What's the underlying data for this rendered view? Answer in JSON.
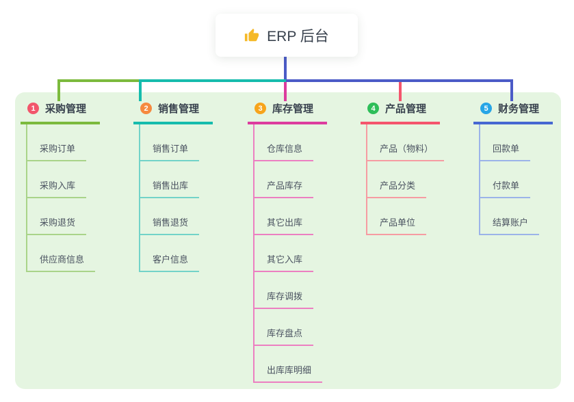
{
  "root": {
    "icon": "thumbs-up",
    "title": "ERP 后台"
  },
  "branches": [
    {
      "badge": "1",
      "label": "采购管理",
      "badge_color": "#F2566B",
      "line_color": "#7CBA3D",
      "child_line_color": "#A9D489",
      "children": [
        "采购订单",
        "采购入库",
        "采购退货",
        "供应商信息"
      ]
    },
    {
      "badge": "2",
      "label": "销售管理",
      "badge_color": "#F6893F",
      "line_color": "#16BCAD",
      "child_line_color": "#72D3C8",
      "children": [
        "销售订单",
        "销售出库",
        "销售退货",
        "客户信息"
      ]
    },
    {
      "badge": "3",
      "label": "库存管理",
      "badge_color": "#F7A41B",
      "line_color": "#DC3C9E",
      "child_line_color": "#EC7FC1",
      "children": [
        "仓库信息",
        "产品库存",
        "其它出库",
        "其它入库",
        "库存调拨",
        "库存盘点",
        "出库库明细"
      ]
    },
    {
      "badge": "4",
      "label": "产品管理",
      "badge_color": "#2EBE59",
      "line_color": "#F4556D",
      "child_line_color": "#F69BA2",
      "children": [
        "产品（物料）",
        "产品分类",
        "产品单位"
      ]
    },
    {
      "badge": "5",
      "label": "财务管理",
      "badge_color": "#27A5E6",
      "line_color": "#4667D2",
      "child_line_color": "#9BB3E9",
      "children": [
        "回款单",
        "付款单",
        "结算账户"
      ]
    }
  ],
  "colors": {
    "page_bg": "#FFFFFF",
    "panel_bg": "#E5F5E1",
    "tree_line": "#4B5BC7",
    "root_text": "#39424E",
    "branch_text": "#39424E",
    "child_text": "#4A5260",
    "thumb_icon": "#F5B928"
  }
}
